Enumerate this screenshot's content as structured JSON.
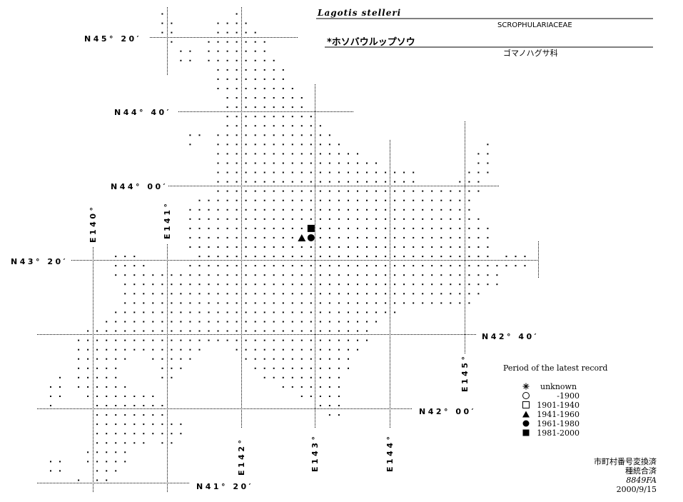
{
  "header": {
    "scientific_name": "Lagotis stelleri",
    "family_latin": "SCROPHULARIACEAE",
    "japanese_name": "*ホソバウルップソウ",
    "family_japanese": "ゴマノハグサ科"
  },
  "map": {
    "latitude_labels": [
      "N45° 20′",
      "N44° 40′",
      "N44° 00′",
      "N43° 20′",
      "N42° 40′",
      "N42° 00′",
      "N41° 20′"
    ],
    "longitude_labels": [
      "E140°",
      "E141°",
      "E142°",
      "E143°",
      "E144°",
      "E145°"
    ],
    "records": [
      {
        "period": "1981-2000",
        "symbol": "filled-square"
      },
      {
        "period": "1941-1960",
        "symbol": "filled-triangle"
      },
      {
        "period": "1961-1980",
        "symbol": "filled-circle"
      }
    ]
  },
  "legend": {
    "title": "Period of the latest record",
    "items": [
      {
        "symbol": "asterisk",
        "label": "unknown"
      },
      {
        "symbol": "open-circle",
        "label": "-1900"
      },
      {
        "symbol": "open-square",
        "label": "1901-1940"
      },
      {
        "symbol": "filled-triangle",
        "label": "1941-1960"
      },
      {
        "symbol": "filled-circle",
        "label": "1961-1980"
      },
      {
        "symbol": "filled-square",
        "label": "1981-2000"
      }
    ]
  },
  "footer": {
    "line1": "市町村番号変換済",
    "line2": "種統合済",
    "code": "8849FA",
    "date": "2000/9/15"
  }
}
